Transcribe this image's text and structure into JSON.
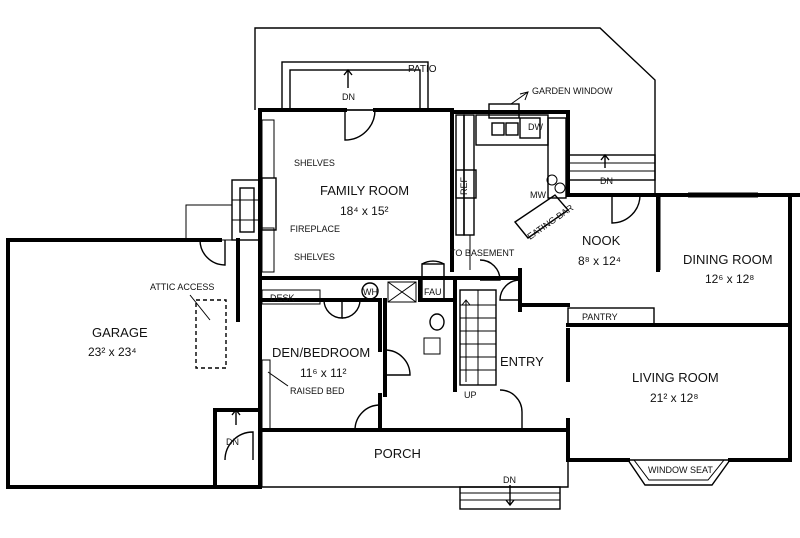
{
  "rooms": {
    "family_room": {
      "name": "FAMILY ROOM",
      "dim": "18⁴ x 15²"
    },
    "nook": {
      "name": "NOOK",
      "dim": "8⁸ x 12⁴"
    },
    "dining_room": {
      "name": "DINING ROOM",
      "dim": "12⁶ x 12⁸"
    },
    "garage": {
      "name": "GARAGE",
      "dim": "23² x 23⁴"
    },
    "den_bedroom": {
      "name": "DEN/BEDROOM",
      "dim": "11⁶ x 11²"
    },
    "entry": {
      "name": "ENTRY"
    },
    "living_room": {
      "name": "LIVING ROOM",
      "dim": "21² x 12⁸"
    },
    "porch": {
      "name": "PORCH"
    },
    "patio": {
      "name": "PATIO"
    }
  },
  "labels": {
    "garden_window": "GARDEN WINDOW",
    "shelves_top": "SHELVES",
    "shelves_bottom": "SHELVES",
    "fireplace": "FIREPLACE",
    "to_basement": "TO BASEMENT",
    "eating_bar": "EATING BAR",
    "attic_access": "ATTIC ACCESS",
    "desk": "DESK",
    "wh": "WH",
    "fau": "FAU",
    "pantry": "PANTRY",
    "raised_bed": "RAISED BED",
    "window_seat": "WINDOW SEAT",
    "up": "UP",
    "dn_patio": "DN",
    "dn_deck": "DN",
    "dn_garage": "DN",
    "dn_porch": "DN",
    "ref": "REF",
    "dw": "DW",
    "mw": "MW"
  }
}
